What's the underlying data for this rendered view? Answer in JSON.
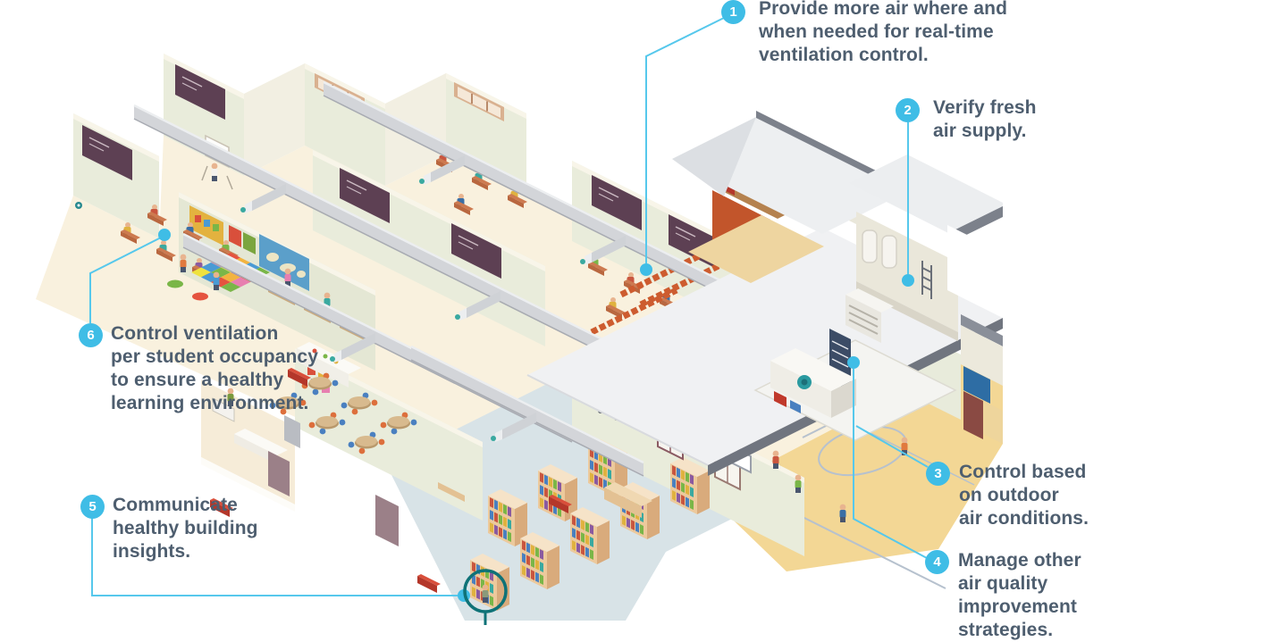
{
  "callouts": [
    {
      "number": "1",
      "text": "Provide more air where and\nwhen needed for real-time\nventilation control."
    },
    {
      "number": "2",
      "text": "Verify fresh\nair supply."
    },
    {
      "number": "3",
      "text": "Control based\non outdoor\nair conditions."
    },
    {
      "number": "4",
      "text": "Manage other\nair quality\nimprovement\nstrategies."
    },
    {
      "number": "5",
      "text": "Communicate\nhealthy building\ninsights."
    },
    {
      "number": "6",
      "text": "Control ventilation\nper student occupancy\nto ensure a healthy\nlearning environment."
    }
  ],
  "colors": {
    "accent": "#3fbde6",
    "connector": "#56c8ec",
    "text": "#4e5e6f",
    "highlight_ring": "#0f7277"
  }
}
